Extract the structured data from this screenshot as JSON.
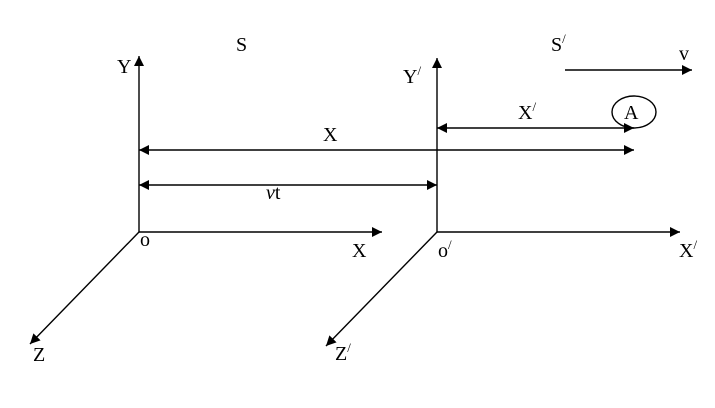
{
  "frames": {
    "s": {
      "frame_label": "S",
      "y_axis": "Y",
      "x_axis": "X",
      "z_axis": "Z",
      "origin": "o"
    },
    "s_prime": {
      "frame_label": "S",
      "y_axis": "Y",
      "x_axis": "X",
      "z_axis": "Z",
      "origin": "o",
      "prime_mark": "/"
    }
  },
  "measurements": {
    "x_label": "X",
    "x_prime_label": "X",
    "prime_mark": "/",
    "vt_italic": "v",
    "vt_rest": "t"
  },
  "velocity_label": "v",
  "point_label": "A"
}
